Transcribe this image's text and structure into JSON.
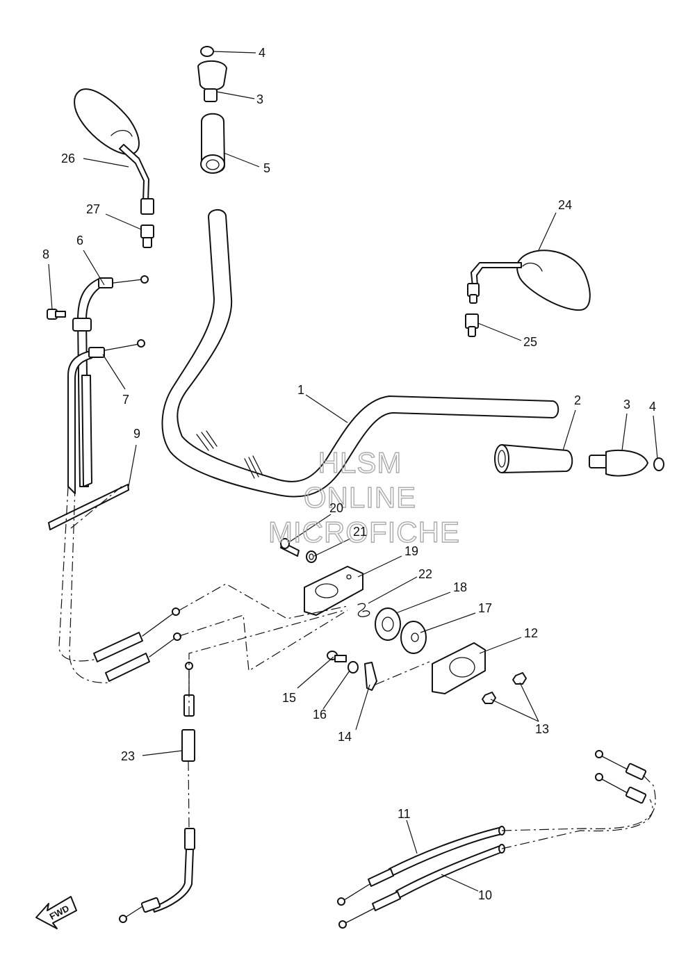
{
  "watermark": {
    "line1": "HLSM",
    "line2": "ONLINE",
    "line3": "MICROFICHE"
  },
  "direction_label": "FWD",
  "callouts": {
    "c1": "1",
    "c2": "2",
    "c3a": "3",
    "c3b": "3",
    "c4a": "4",
    "c4b": "4",
    "c5": "5",
    "c6": "6",
    "c7": "7",
    "c8": "8",
    "c9": "9",
    "c10": "10",
    "c11": "11",
    "c12": "12",
    "c13": "13",
    "c14": "14",
    "c15": "15",
    "c16": "16",
    "c17": "17",
    "c18": "18",
    "c19": "19",
    "c20": "20",
    "c21": "21",
    "c22": "22",
    "c23": "23",
    "c24": "24",
    "c25": "25",
    "c26": "26",
    "c27": "27"
  }
}
